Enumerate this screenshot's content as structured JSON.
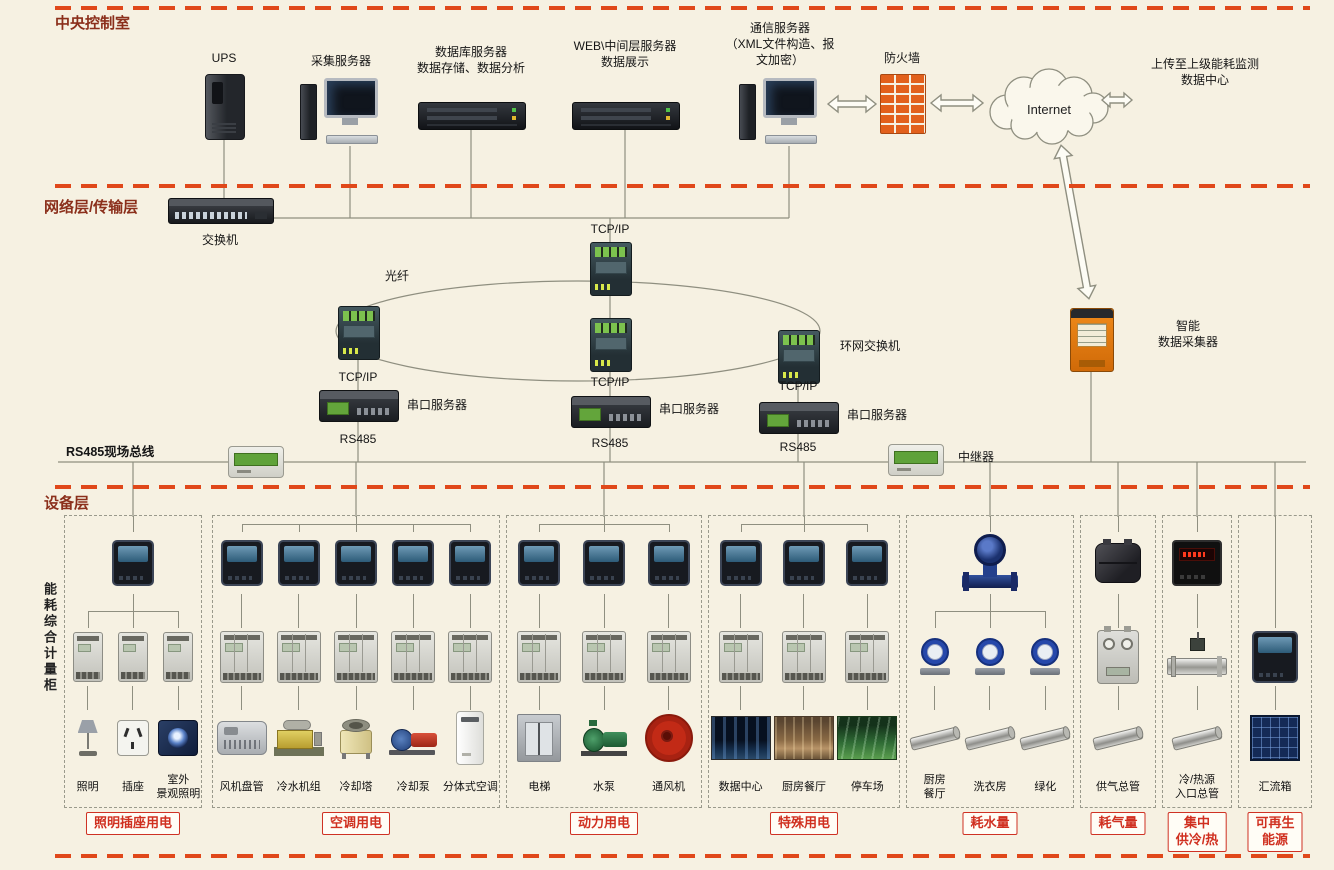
{
  "colors": {
    "background": "#f6f1e2",
    "divider_dash": "#e0481a",
    "category_red": "#d03020",
    "layer_title": "#8b2f1b",
    "connector_line": "#8f8f80"
  },
  "control_room": {
    "title": "中央控制室",
    "ups_label": "UPS",
    "collection_server_label": "采集服务器",
    "database_server_label": "数据库服务器\n数据存储、数据分析",
    "web_server_label": "WEB\\中间层服务器\n数据展示",
    "comm_server_label": "通信服务器\n（XML文件构造、报\n文加密）",
    "firewall_label": "防火墙",
    "internet_label": "Internet",
    "upload_label": "上传至上级能耗监测\n数据中心"
  },
  "network": {
    "title": "网络层/传输层",
    "switch_label": "交换机",
    "tcpip_label": "TCP/IP",
    "fiber_label": "光纤",
    "ring_switch_label": "环网交换机",
    "serial_server_label": "串口服务器",
    "rs485_label": "RS485",
    "collector_label": "智能\n数据采集器"
  },
  "fieldbus": {
    "label": "RS485现场总线",
    "repeater_label": "中继器"
  },
  "device_layer": {
    "title": "设备层",
    "cabinet_label": "能耗综合计量柜",
    "groups": [
      {
        "name": "lighting-socket-power",
        "category": "照明插座用电",
        "top_device": "power-meter",
        "shared_top": true,
        "sub_device": "din-meter",
        "items": [
          {
            "label": "照明",
            "icon": "lamp-icon"
          },
          {
            "label": "插座",
            "icon": "socket-icon"
          },
          {
            "label": "室外\n景观照明",
            "icon": "floodlight-icon"
          }
        ]
      },
      {
        "name": "hvac-power",
        "category": "空调用电",
        "top_device": "power-meter",
        "shared_top": false,
        "sub_device": "din-meter-wide",
        "items": [
          {
            "label": "风机盘管",
            "icon": "fan-coil-icon"
          },
          {
            "label": "冷水机组",
            "icon": "chiller-icon"
          },
          {
            "label": "冷却塔",
            "icon": "cooling-tower-icon"
          },
          {
            "label": "冷却泵",
            "icon": "cooling-pump-icon"
          },
          {
            "label": "分体式空调",
            "icon": "split-ac-icon"
          }
        ]
      },
      {
        "name": "dynamic-power",
        "category": "动力用电",
        "top_device": "power-meter",
        "shared_top": false,
        "sub_device": "din-meter-wide",
        "items": [
          {
            "label": "电梯",
            "icon": "elevator-icon"
          },
          {
            "label": "水泵",
            "icon": "water-pump-icon"
          },
          {
            "label": "通风机",
            "icon": "vent-fan-icon"
          }
        ]
      },
      {
        "name": "special-power",
        "category": "特殊用电",
        "top_device": "power-meter",
        "shared_top": false,
        "sub_device": "din-meter-wide",
        "items": [
          {
            "label": "数据中心",
            "icon": "datacenter-image"
          },
          {
            "label": "厨房餐厅",
            "icon": "kitchen-image"
          },
          {
            "label": "停车场",
            "icon": "parking-image"
          }
        ]
      },
      {
        "name": "water-consumption",
        "category": "耗水量",
        "top_device": "big-water-meter",
        "shared_top": true,
        "sub_device": "water-meter",
        "items": [
          {
            "label": "厨房\n餐厅",
            "icon": "pipe-icon"
          },
          {
            "label": "洗衣房",
            "icon": "pipe-icon"
          },
          {
            "label": "绿化",
            "icon": "pipe-icon"
          }
        ]
      },
      {
        "name": "gas-consumption",
        "category": "耗气量",
        "top_device": "gas-meter-top",
        "shared_top": true,
        "sub_device": "gas-meter",
        "items": [
          {
            "label": "供气总管",
            "icon": "pipe-icon"
          }
        ]
      },
      {
        "name": "central-cooling-heating",
        "category": "集中\n供冷/热",
        "top_device": "heat-meter",
        "shared_top": true,
        "sub_device": "flow-meter",
        "items": [
          {
            "label": "冷/热源\n入口总管",
            "icon": "pipe-icon"
          }
        ]
      },
      {
        "name": "renewable-energy",
        "category": "可再生\n能源",
        "top_device": null,
        "shared_top": true,
        "sub_device": "power-meter-lg",
        "items": [
          {
            "label": "汇流箱",
            "icon": "solar-icon"
          }
        ]
      }
    ]
  }
}
